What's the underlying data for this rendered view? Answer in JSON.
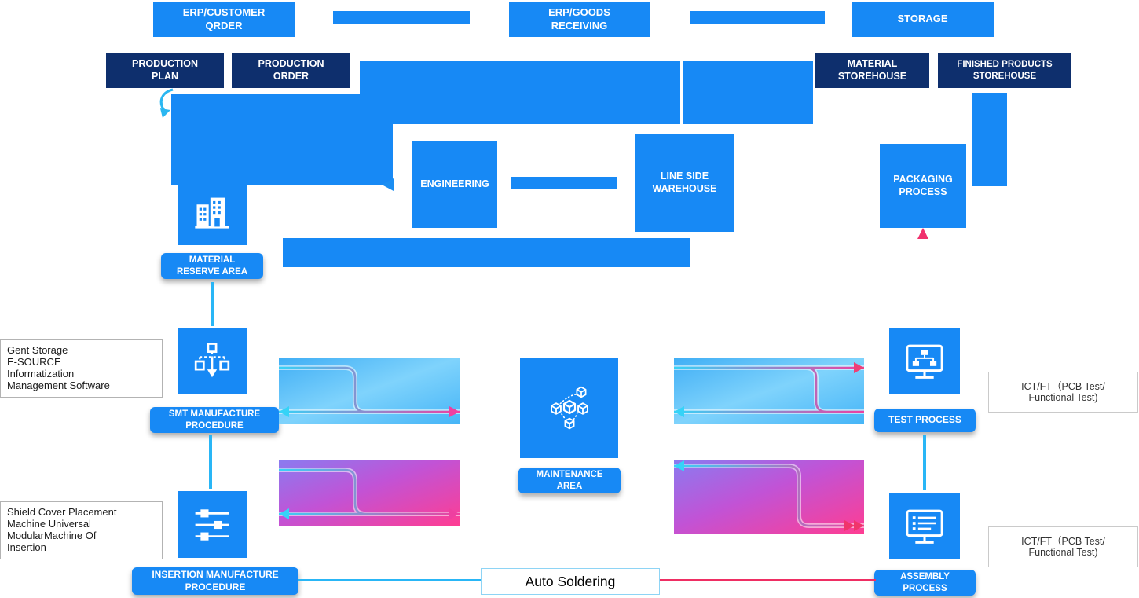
{
  "colors": {
    "primary_blue": "#1789f5",
    "dark_navy": "#0e2f6d",
    "cyan_line": "#29b6f6",
    "red_line": "#ef2e63",
    "magenta_line": "#e83ba8"
  },
  "nodes": {
    "erp_customer_order": "ERP/CUSTOMER\nQRDER",
    "erp_goods_receiving": "ERP/GOODS\nRECEIVING",
    "storage": "STORAGE",
    "production_plan": "PRODUCTION\nPLAN",
    "production_order": "PRODUCTION\nORDER",
    "material_storehouse": "MATERIAL\nSTOREHOUSE",
    "finished_products_storehouse": "FINISHED PRODUCTS\nSTOREHOUSE",
    "engineering": "ENGINEERING",
    "line_side_warehouse": "LINE SIDE\nWAREHOUSE",
    "packaging_process": "PACKAGING\nPROCESS",
    "material_reserve_area": "MATERIAL\nRESERVE AREA",
    "smt_manufacture_procedure": "SMT MANUFACTURE\nPROCEDURE",
    "insertion_manufacture_procedure": "INSERTION MANUFACTURE\nPROCEDURE",
    "maintenance_area": "MAINTENANCE\nAREA",
    "test_process": "TEST PROCESS",
    "assembly_process": "ASSEMBLY\nPROCESS",
    "auto_soldering": "Auto Soldering"
  },
  "notes": {
    "software": "Gent Storage\nE-SOURCE\nInformatization\nManagement Software",
    "insertion_machines": "Shield Cover Placement\nMachine  Universal\nModularMachine Of\nInsertion",
    "ict_ft_test": "ICT/FT（PCB Test/\nFunctional Test)",
    "ict_ft_assembly": "ICT/FT（PCB Test/\nFunctional Test)"
  },
  "icons": {
    "material_reserve_area": "buildings-icon",
    "smt_manufacture": "distribution-hierarchy-icon",
    "insertion_manufacture": "slider-settings-icon",
    "maintenance_area": "cube-network-icon",
    "test_process": "monitor-flowchart-icon",
    "assembly_process": "monitor-checklist-icon"
  }
}
